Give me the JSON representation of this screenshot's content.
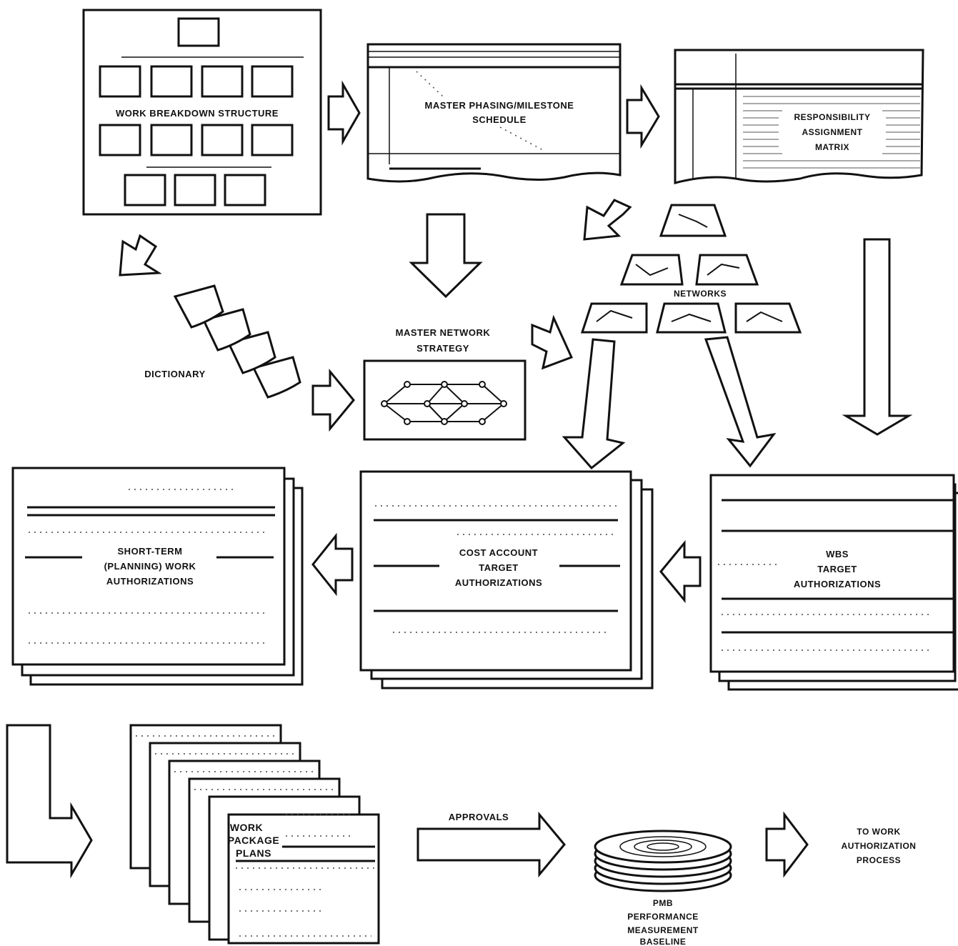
{
  "labels": {
    "wbs": "WORK BREAKDOWN STRUCTURE",
    "master_phasing_1": "MASTER PHASING/MILESTONE",
    "master_phasing_2": "SCHEDULE",
    "ram_1": "RESPONSIBILITY",
    "ram_2": "ASSIGNMENT",
    "ram_3": "MATRIX",
    "networks": "NETWORKS",
    "dictionary": "DICTIONARY",
    "mns_1": "MASTER NETWORK",
    "mns_2": "STRATEGY",
    "stwa_1": "SHORT-TERM",
    "stwa_2": "(PLANNING) WORK",
    "stwa_3": "AUTHORIZATIONS",
    "cata_1": "COST ACCOUNT",
    "cata_2": "TARGET",
    "cata_3": "AUTHORIZATIONS",
    "wbsta_1": "WBS",
    "wbsta_2": "TARGET",
    "wbsta_3": "AUTHORIZATIONS",
    "wpp_1": "WORK",
    "wpp_2": "PACKAGE",
    "wpp_3": "PLANS",
    "approvals": "APPROVALS",
    "pmb_1": "PMB",
    "pmb_2": "PERFORMANCE",
    "pmb_3": "MEASUREMENT",
    "pmb_4": "BASELINE",
    "twa_1": "TO WORK",
    "twa_2": "AUTHORIZATION",
    "twa_3": "PROCESS"
  }
}
